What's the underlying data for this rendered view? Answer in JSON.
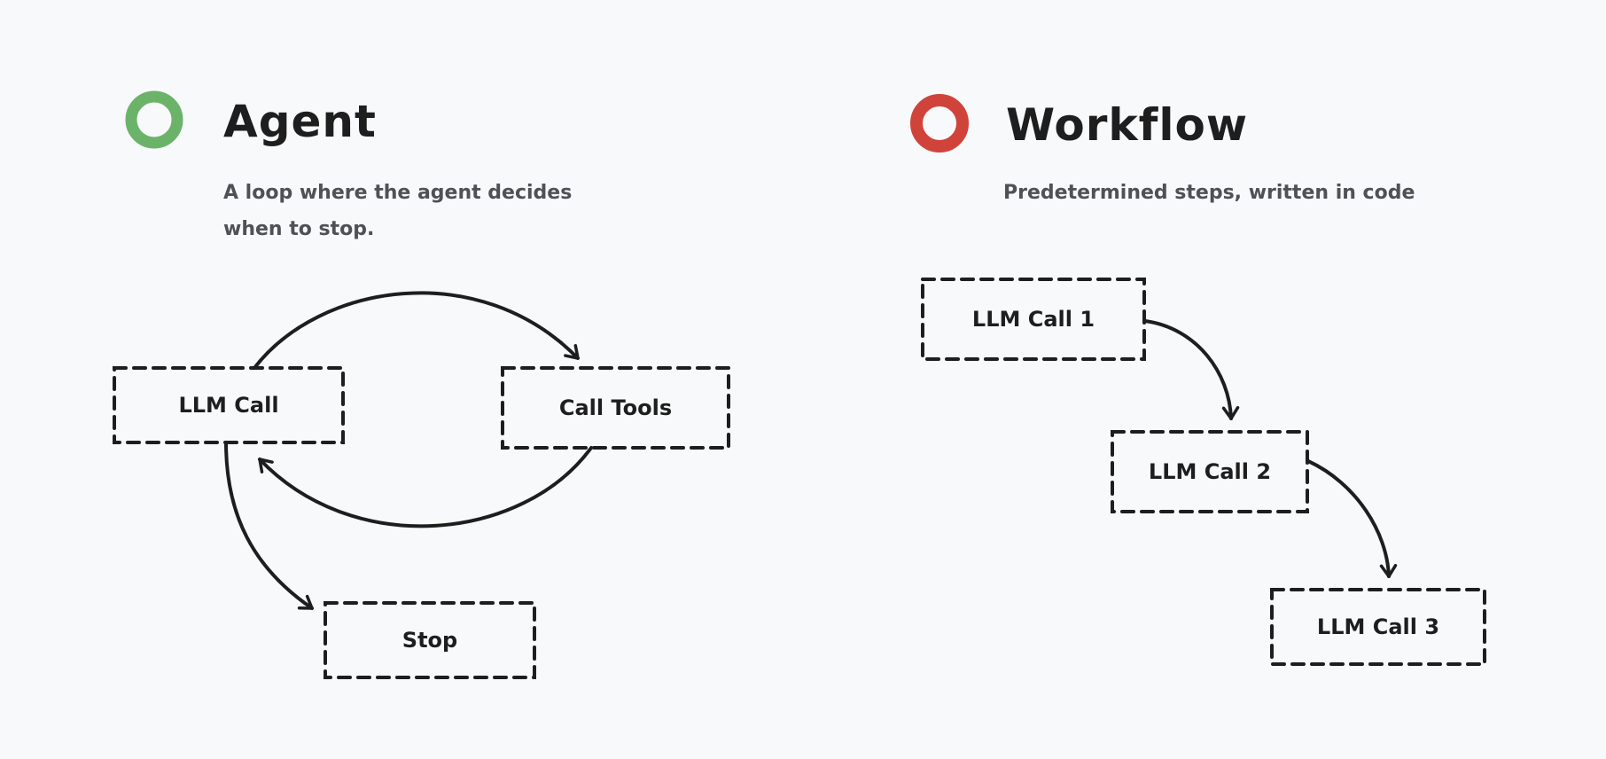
{
  "agent": {
    "title": "Agent",
    "subtitle_lines": [
      "A loop where the agent decides",
      "when to stop."
    ],
    "indicator_color": "#6cb36a",
    "nodes": {
      "llm_call": "LLM Call",
      "call_tools": "Call Tools",
      "stop": "Stop"
    }
  },
  "workflow": {
    "title": "Workflow",
    "subtitle": "Predetermined steps, written in code",
    "indicator_color": "#d0433b",
    "nodes": {
      "step1": "LLM Call 1",
      "step2": "LLM Call 2",
      "step3": "LLM Call 3"
    }
  }
}
